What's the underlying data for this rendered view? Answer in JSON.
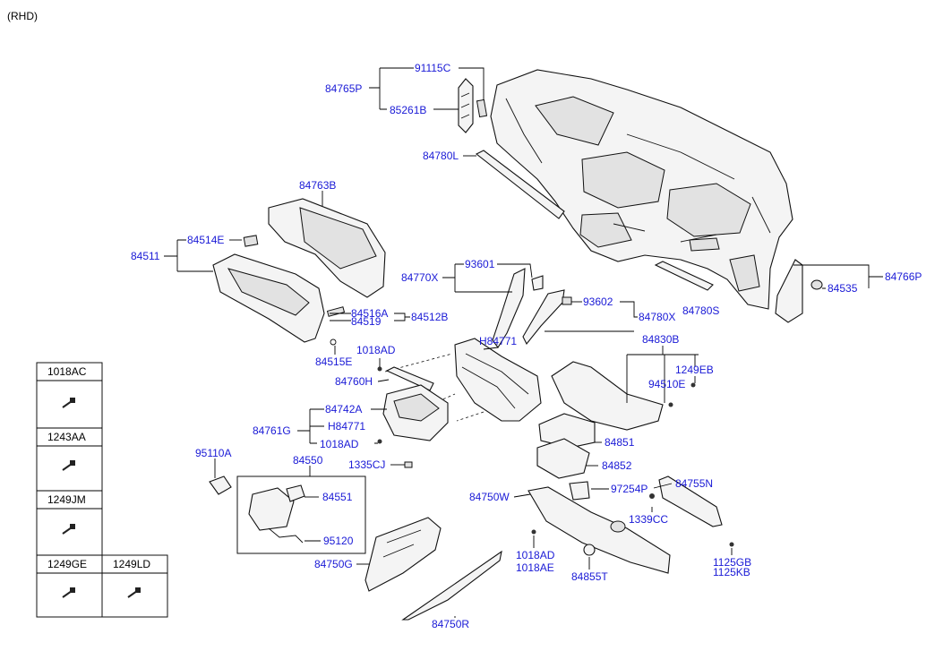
{
  "header": {
    "variant": "(RHD)"
  },
  "callouts": {
    "c91115C": "91115C",
    "c84765P": "84765P",
    "c85261B": "85261B",
    "c84780L": "84780L",
    "c84763B": "84763B",
    "c84514E": "84514E",
    "c84511": "84511",
    "c84770X": "84770X",
    "c93601": "93601",
    "c93602": "93602",
    "c84780X": "84780X",
    "c84780S": "84780S",
    "c84766P": "84766P",
    "c84535": "84535",
    "c84516A": "84516A",
    "c84519": "84519",
    "c84512B": "84512B",
    "c84515E": "84515E",
    "c1018AD_a": "1018AD",
    "cH84771_a": "H84771",
    "c84760H": "84760H",
    "c84830B": "84830B",
    "c1249EB": "1249EB",
    "c94510E": "94510E",
    "c84742A": "84742A",
    "c84761G": "84761G",
    "cH84771_b": "H84771",
    "c1018AD_b": "1018AD",
    "c84851": "84851",
    "c95110A": "95110A",
    "c84550": "84550",
    "c1335CJ": "1335CJ",
    "c84852": "84852",
    "c84551": "84551",
    "c95120": "95120",
    "c84750W": "84750W",
    "c97254P": "97254P",
    "c84755N": "84755N",
    "c1339CC": "1339CC",
    "c1018AD_c": "1018AD",
    "c1018AE": "1018AE",
    "c84855T": "84855T",
    "c1125GB": "1125GB",
    "c1125KB": "1125KB",
    "c84750G": "84750G",
    "c84750R": "84750R"
  },
  "fastener_table": {
    "cells": [
      "1018AC",
      "1243AA",
      "1249JM",
      "1249GE",
      "1249LD"
    ]
  }
}
